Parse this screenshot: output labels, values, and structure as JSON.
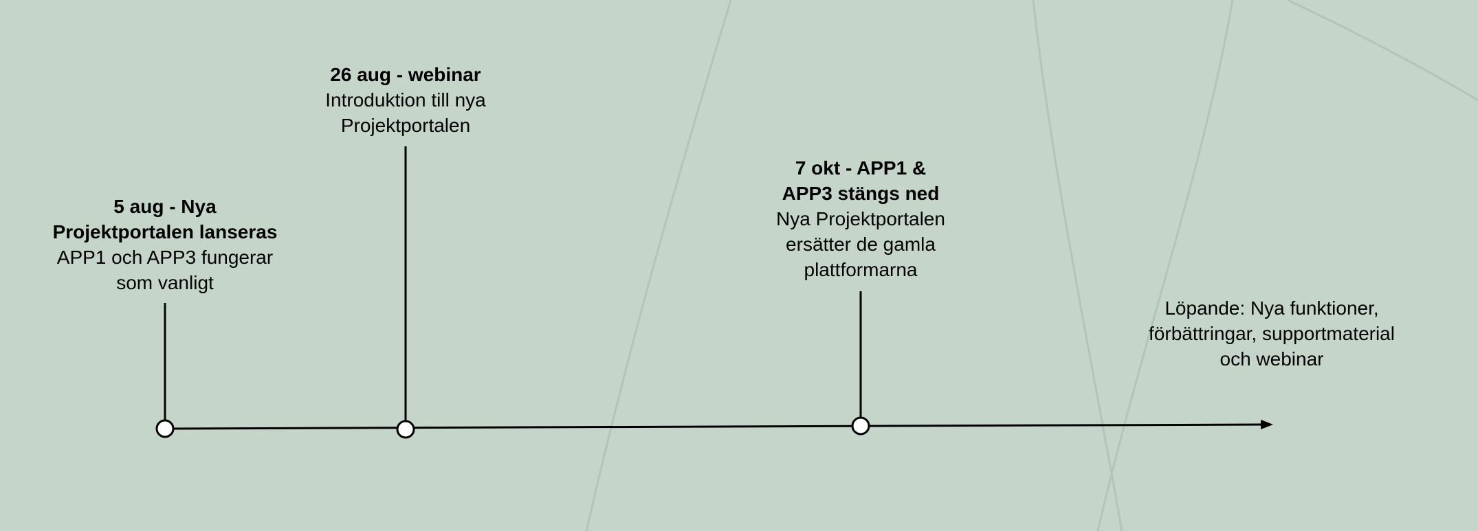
{
  "background_color": "#c6d5ca",
  "decor_line_color": "#b3c4b8",
  "axis_color": "#000000",
  "marker_fill": "#ffffff",
  "events": [
    {
      "title": "5 aug - Nya Projektportalen lanseras",
      "description": "APP1 och APP3 fungerar som vanligt"
    },
    {
      "title": "26 aug - webinar",
      "description": "Introduktion till nya Projektportalen"
    },
    {
      "title": "7 okt - APP1 & APP3 stängs ned",
      "description": "Nya Projektportalen ersätter de gamla plattformarna"
    }
  ],
  "ongoing_note": "Löpande: Nya funktioner, förbättringar, supportmaterial och webinar"
}
